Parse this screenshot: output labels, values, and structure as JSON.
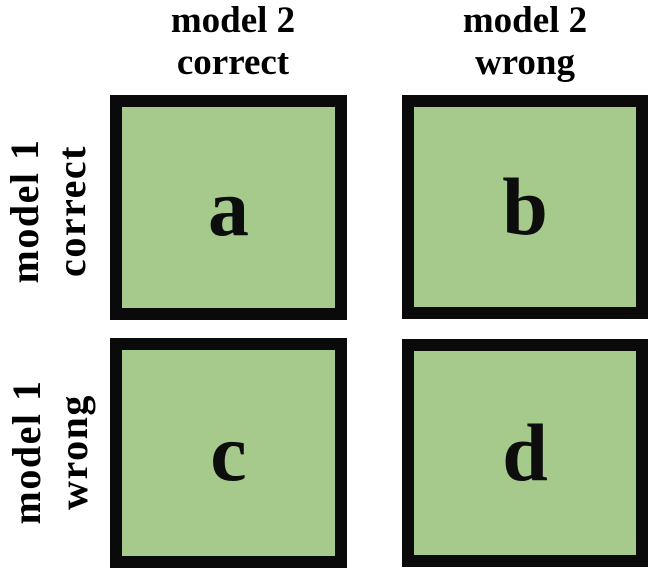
{
  "figure": {
    "column_headers": [
      {
        "line1": "model 2",
        "line2": "correct"
      },
      {
        "line1": "model 2",
        "line2": "wrong"
      }
    ],
    "row_headers": [
      {
        "line1": "model 1",
        "line2": "correct"
      },
      {
        "line1": "model 1",
        "line2": "wrong"
      }
    ],
    "cells": {
      "top_left": "a",
      "top_right": "b",
      "bottom_left": "c",
      "bottom_right": "d"
    },
    "colors": {
      "cell_fill": "#a6ca8b",
      "cell_border": "#0a0a0a",
      "background": "#ffffff",
      "text": "#000000"
    }
  }
}
